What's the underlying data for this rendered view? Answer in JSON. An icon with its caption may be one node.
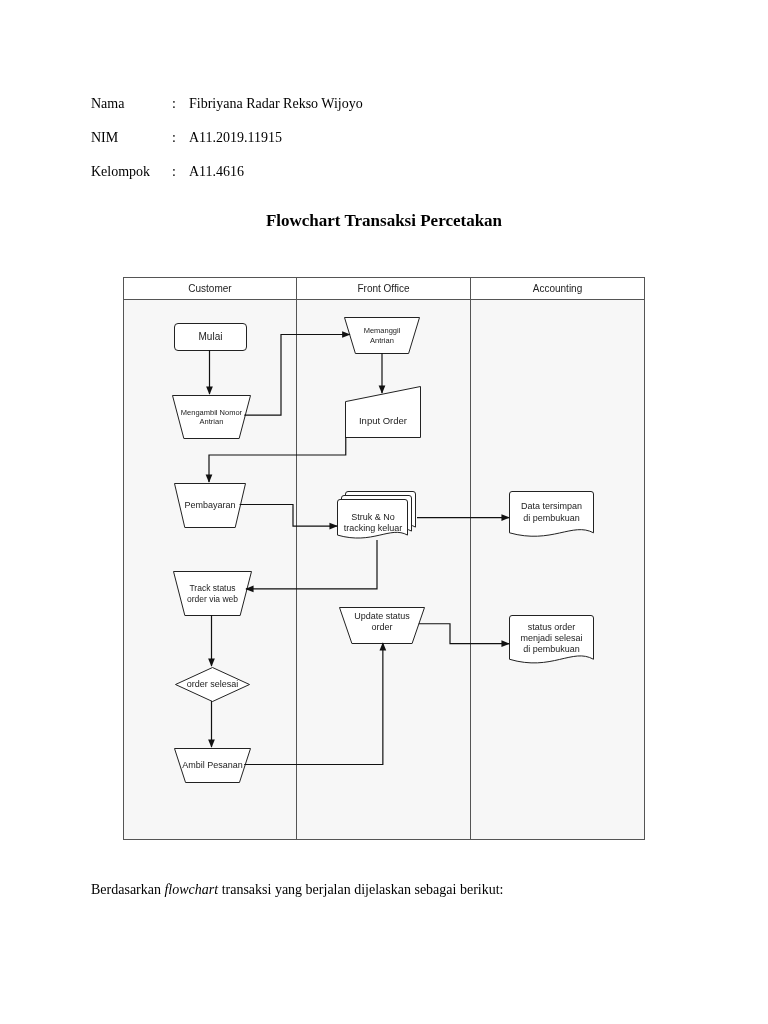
{
  "diagram": {
    "title": "Flowchart Transaksi Percetakan",
    "nodes": [
      {
        "text": [
          "Customer"
        ]
      },
      {
        "text": [
          "Front Office"
        ]
      },
      {
        "text": [
          "Accounting"
        ]
      },
      {
        "text": [
          "Mulai"
        ],
        "in": 0
      },
      {
        "text": [
          "Mengambil Nomor Antrian"
        ],
        "in": 0
      },
      {
        "text": [
          "Memanggil Antrian"
        ],
        "in": 1
      },
      {
        "text": [
          "Input Order"
        ],
        "in": 1
      },
      {
        "text": [
          "Pembayaran"
        ],
        "in": 0
      },
      {
        "text": [
          "Struk & No tracking keluar"
        ],
        "in": 1
      },
      {
        "text": [
          "Data tersimpan di pembukuan"
        ],
        "in": 2
      },
      {
        "text": [
          "Track status order via web"
        ],
        "in": 0
      },
      {
        "text": [
          "Update status order"
        ],
        "in": 1
      },
      {
        "text": [
          "status order menjadi selesai di pembukuan"
        ],
        "in": 2
      },
      {
        "text": [
          "order selesai"
        ],
        "in": 0
      },
      {
        "text": [
          "Ambil Pesanan"
        ],
        "in": 0
      }
    ],
    "edges": [
      {
        "from": 3,
        "to": 4,
        "arrow": "to"
      },
      {
        "from": 4,
        "to": 5,
        "arrow": "to"
      },
      {
        "from": 5,
        "to": 6,
        "arrow": "to"
      },
      {
        "from": 6,
        "to": 7,
        "arrow": "to"
      },
      {
        "from": 7,
        "to": 8,
        "arrow": "to"
      },
      {
        "from": 8,
        "to": 9,
        "arrow": "to"
      },
      {
        "from": 8,
        "to": 10,
        "arrow": "to"
      },
      {
        "from": 11,
        "to": 12,
        "arrow": "to"
      },
      {
        "from": 10,
        "to": 13,
        "arrow": "to"
      },
      {
        "from": 13,
        "to": 14,
        "arrow": "to"
      },
      {
        "from": 14,
        "to": 11,
        "arrow": "to"
      }
    ],
    "labels": [
      "Nama",
      ":",
      "Fibriyana Radar Rekso Wijoyo",
      "NIM",
      ":",
      "A11.2019.11915",
      "Kelompok",
      ":",
      "A11.4616",
      "Berdasarkan *flowchart* transaksi yang berjalan dijelaskan sebagai berikut:"
    ]
  }
}
